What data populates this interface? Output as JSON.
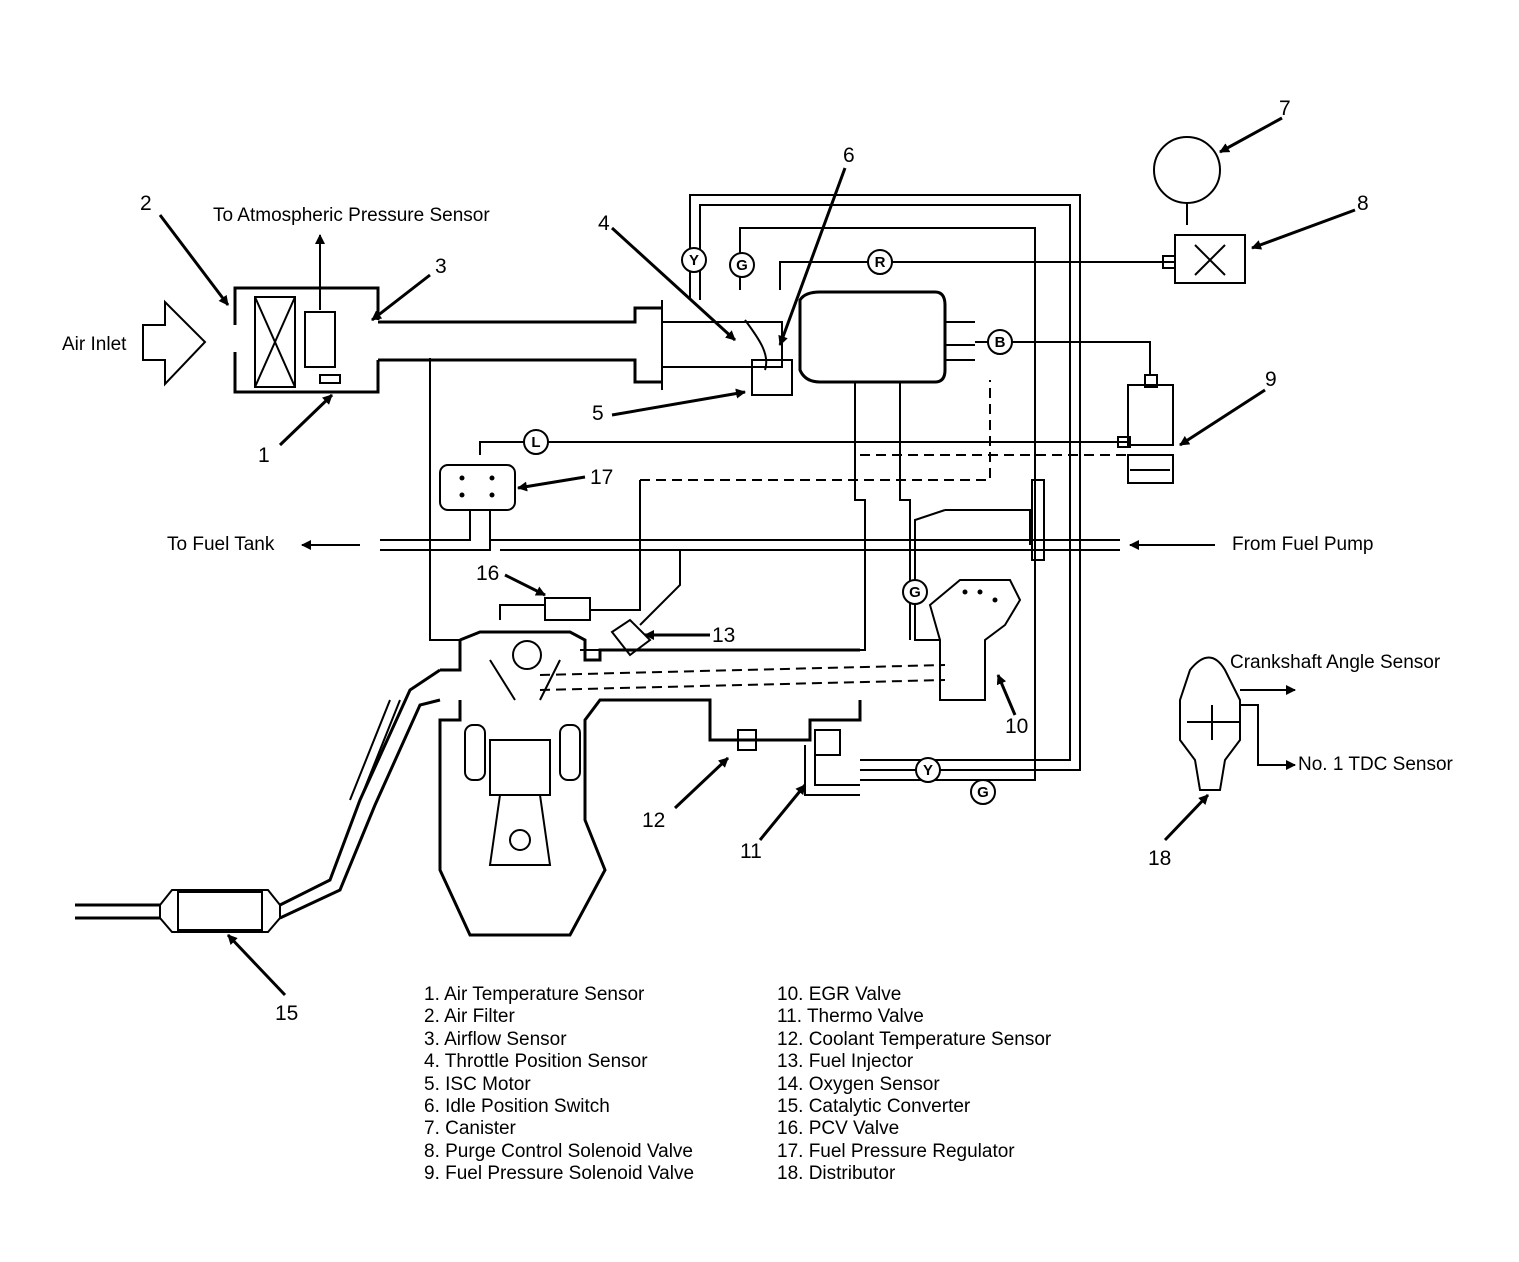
{
  "labels": {
    "air_inlet": "Air Inlet",
    "to_atmospheric": "To Atmospheric Pressure Sensor",
    "to_fuel_tank": "To Fuel Tank",
    "from_fuel_pump": "From Fuel Pump",
    "crankshaft_angle": "Crankshaft Angle Sensor",
    "tdc_sensor": "No. 1 TDC Sensor"
  },
  "callouts": [
    "1",
    "2",
    "3",
    "4",
    "5",
    "6",
    "7",
    "8",
    "9",
    "10",
    "11",
    "12",
    "13",
    "15",
    "16",
    "17",
    "18"
  ],
  "hose_tags": {
    "y1": "Y",
    "g1": "G",
    "r": "R",
    "b": "B",
    "l": "L",
    "g2": "G",
    "y2": "Y",
    "g3": "G"
  },
  "legend_left": [
    "1. Air Temperature Sensor",
    "2. Air Filter",
    "3. Airflow Sensor",
    "4. Throttle Position Sensor",
    "5. ISC Motor",
    "6. Idle Position Switch",
    "7. Canister",
    "8. Purge Control Solenoid Valve",
    "9. Fuel Pressure Solenoid Valve"
  ],
  "legend_right": [
    "10. EGR Valve",
    "11. Thermo Valve",
    "12. Coolant Temperature Sensor",
    "13. Fuel Injector",
    "14. Oxygen Sensor",
    "15. Catalytic Converter",
    "16. PCV Valve",
    "17. Fuel Pressure Regulator",
    "18. Distributor"
  ]
}
